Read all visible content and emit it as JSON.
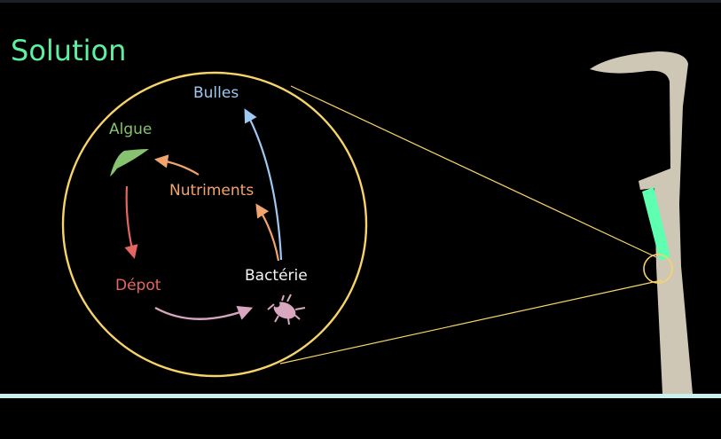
{
  "title": "Solution",
  "labels": {
    "bulles": "Bulles",
    "algue": "Algue",
    "nutriments": "Nutriments",
    "depot": "Dépot",
    "bacterie": "Bactérie"
  },
  "colors": {
    "background": "#000000",
    "title": "#5ef0a0",
    "magnifier": "#f7d46a",
    "bulles": "#9fc8f2",
    "algue": "#86c26f",
    "nutriments": "#f2a46d",
    "depot": "#e5655f",
    "bacterie_arrow": "#d9a6c0",
    "lamp_post": "#cfc7b5",
    "lamp_light": "#5effb0",
    "ground": "#c7f0ef"
  }
}
